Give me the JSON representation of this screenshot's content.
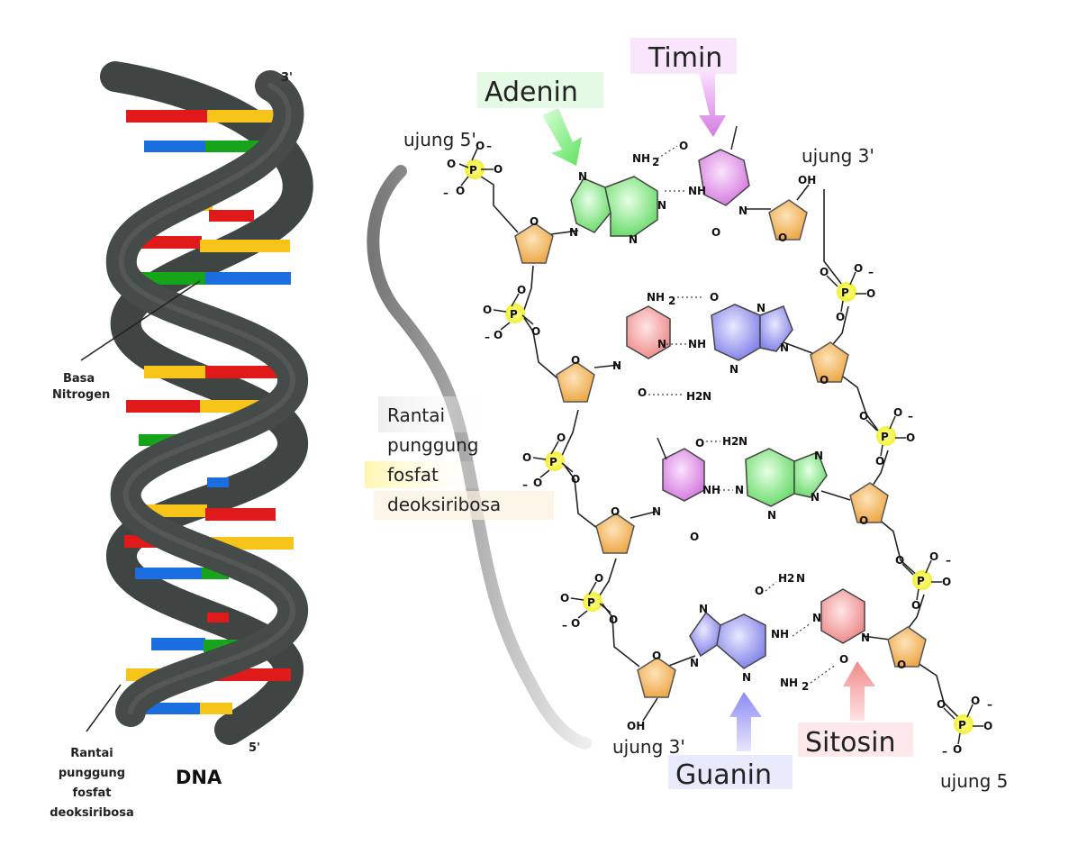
{
  "left": {
    "end_top": "3'",
    "end_bottom": "5'",
    "basa_line1": "Basa",
    "basa_line2": "Nitrogen",
    "rantai_lines": [
      "Rantai",
      "punggung",
      "fosfat",
      "deoksiribosa"
    ],
    "title": "DNA"
  },
  "right": {
    "ujung5_top": "ujung 5'",
    "ujung3_top": "ujung 3'",
    "ujung3_bottom": "ujung 3'",
    "ujung5_bottom": "ujung 5",
    "adenin": "Adenin",
    "timin": "Timin",
    "guanin": "Guanin",
    "sitosin": "Sitosin",
    "rantai_lines": [
      "Rantai",
      "punggung",
      "fosfat",
      "deoksiribosa"
    ]
  },
  "chem": {
    "nh2": "NH",
    "sub2": "2",
    "h2n": "H",
    "n": "N",
    "nh": "NH",
    "o": "O",
    "p": "P",
    "oh": "OH",
    "minus": "–",
    "h": "H"
  },
  "colors": {
    "adenin": "#7be87b",
    "timin": "#e08ae8",
    "guanin": "#8f8fef",
    "sitosin": "#f39a9a",
    "sugar": "#f4b659",
    "phosphate": "#f2f23a",
    "helix": "#3f4543",
    "rung_red": "#e01a1a",
    "rung_yellow": "#f7c519",
    "rung_blue": "#1a6ee0",
    "rung_green": "#16a51a"
  }
}
